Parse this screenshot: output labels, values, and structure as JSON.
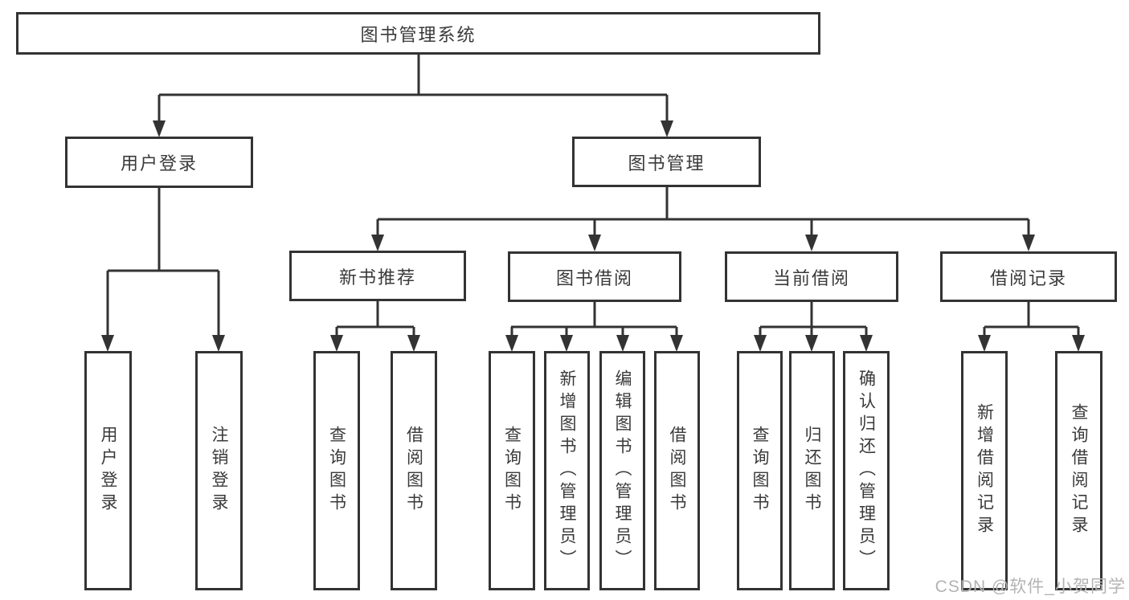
{
  "colors": {
    "line": "#333333",
    "box_border": "#333333",
    "text": "#3a3a3a",
    "watermark": "#b3b3b3",
    "background": "#ffffff"
  },
  "diagram": {
    "root": {
      "label": "图书管理系统"
    },
    "user_login": {
      "label": "用户登录",
      "leaves": {
        "login": "用户登录",
        "logout": "注销登录"
      }
    },
    "book_mgmt": {
      "label": "图书管理"
    },
    "new_books": {
      "label": "新书推荐",
      "leaves": {
        "query": "查询图书",
        "borrow": "借阅图书"
      }
    },
    "book_borrow": {
      "label": "图书借阅",
      "leaves": {
        "query": "查询图书",
        "add": "新增图书（管理员）",
        "edit": "编辑图书（管理员）",
        "borrow": "借阅图书"
      }
    },
    "current_borrow": {
      "label": "当前借阅",
      "leaves": {
        "query": "查询图书",
        "return": "归还图书",
        "confirm": "确认归还（管理员）"
      }
    },
    "borrow_records": {
      "label": "借阅记录",
      "leaves": {
        "add": "新增借阅记录",
        "query": "查询借阅记录"
      }
    },
    "watermark": "CSDN @软件_小贺同学"
  }
}
